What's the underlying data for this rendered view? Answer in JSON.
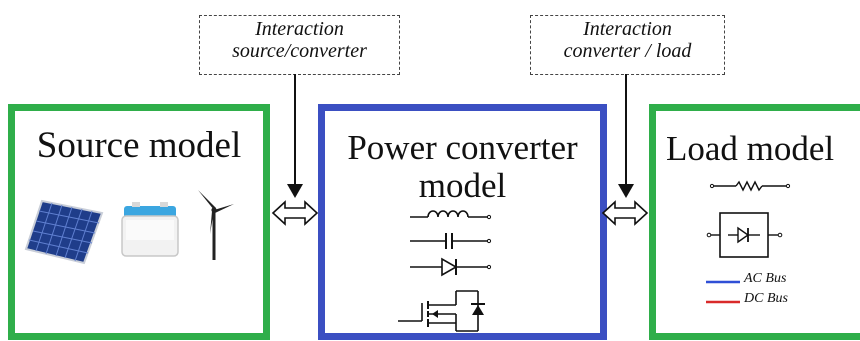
{
  "blocks": {
    "source": {
      "title": "Source model",
      "color": "#2fae4a",
      "items": [
        "solar-panel-icon",
        "battery-icon",
        "wind-turbine-icon"
      ]
    },
    "converter": {
      "title_line1": "Power converter",
      "title_line2": "model",
      "color": "#3b4fc2",
      "items": [
        "inductor-icon",
        "capacitor-icon",
        "diode-icon",
        "mosfet-icon"
      ]
    },
    "load": {
      "title": "Load model",
      "color": "#2fae4a",
      "items": [
        "resistor-icon",
        "rectifier-icon"
      ]
    }
  },
  "callouts": {
    "source_converter": {
      "line1": "Interaction",
      "line2": "source/converter"
    },
    "converter_load": {
      "line1": "Interaction",
      "line2": "converter / load"
    }
  },
  "legend": {
    "ac": {
      "label": "AC Bus",
      "color": "#2f4fd6"
    },
    "dc": {
      "label": "DC Bus",
      "color": "#d92a2a"
    }
  }
}
